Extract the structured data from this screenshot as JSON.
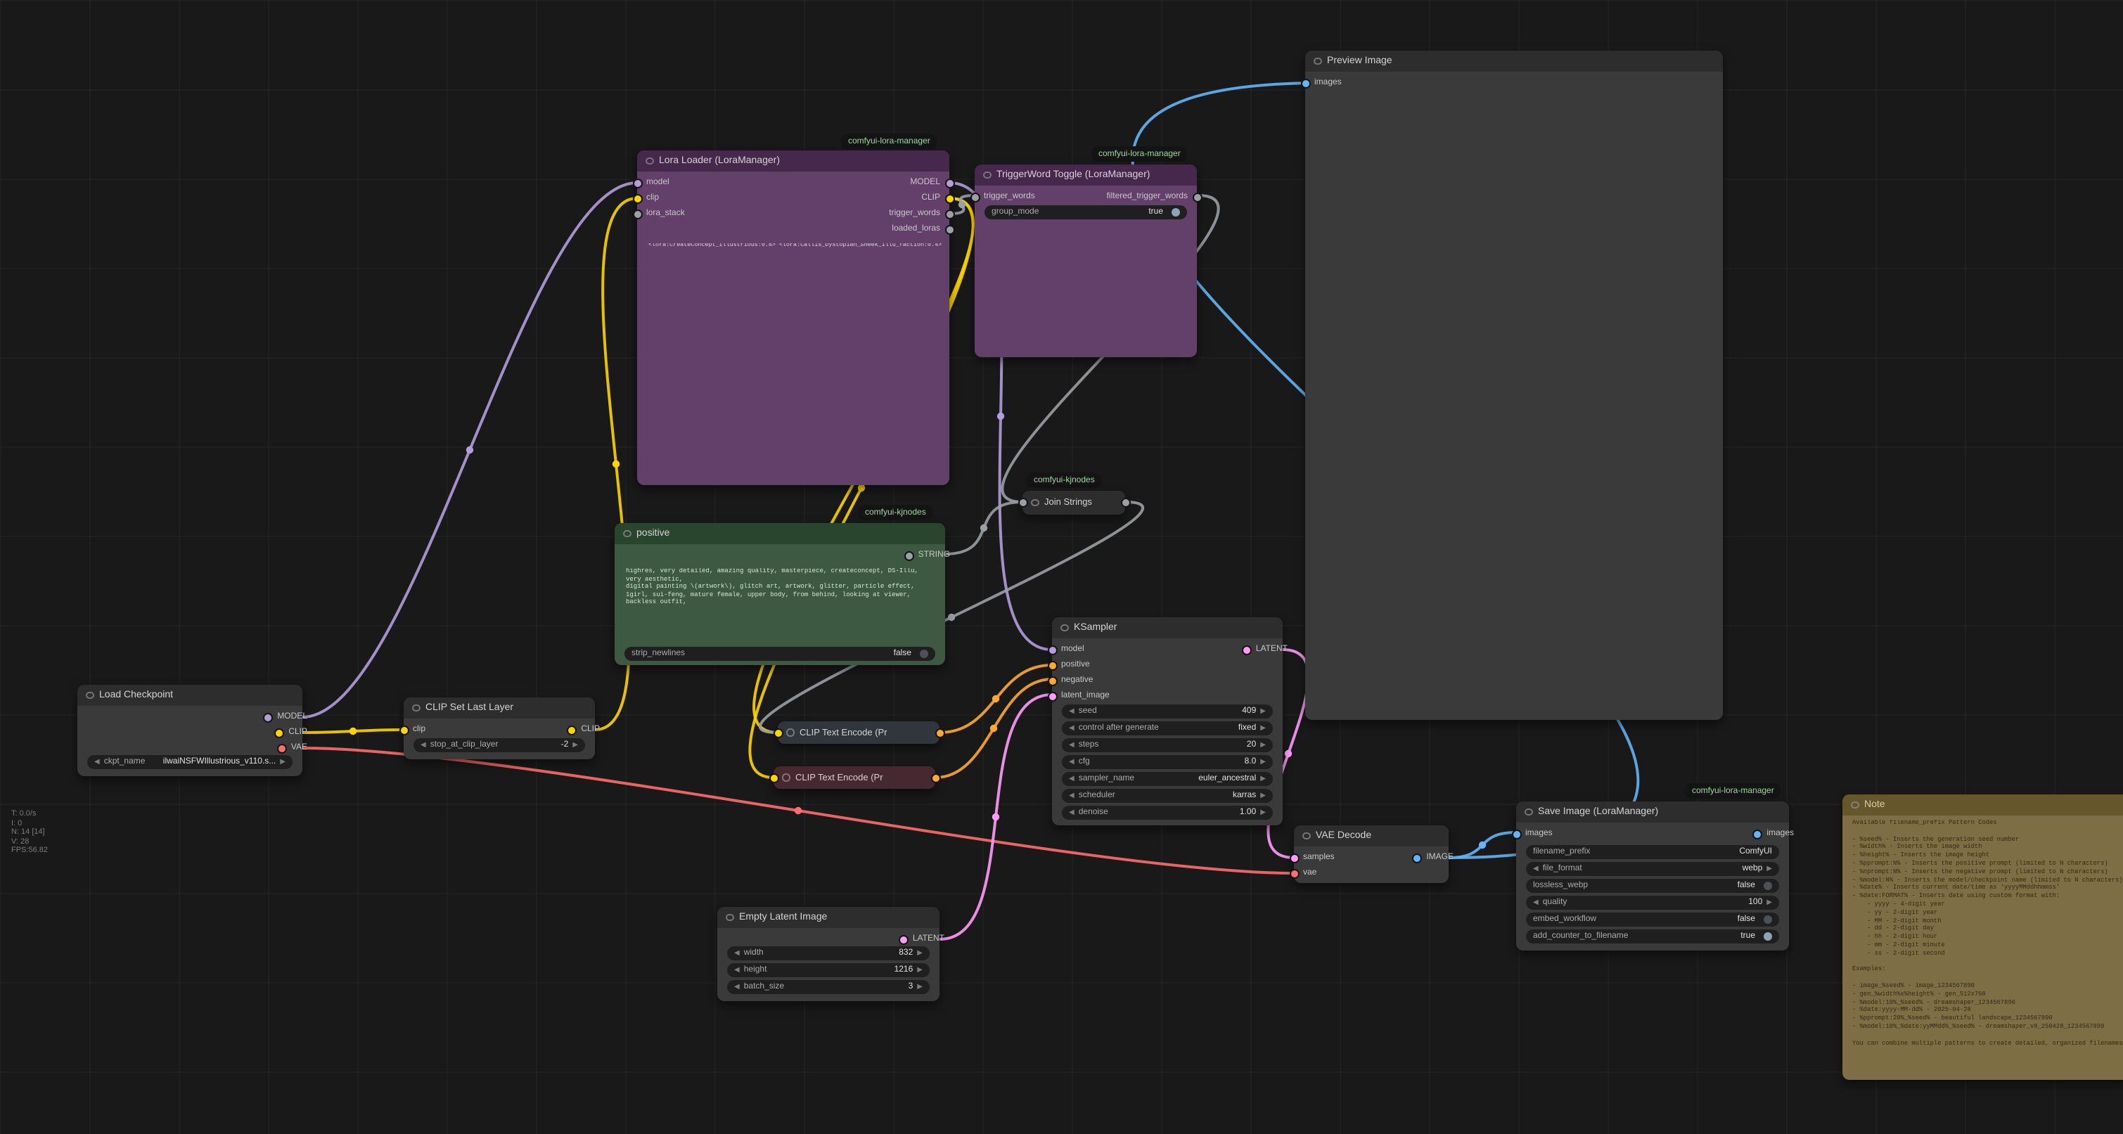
{
  "app_title": "ComfyUI workflow graph",
  "palette": {
    "model": "#B39DDB",
    "clip": "#FFD500",
    "vae": "#FF6E6E",
    "conditioning": "#FFA931",
    "latent": "#FF9CF9",
    "image": "#64B5F6",
    "string": "#9ba0a5",
    "badge_text": "#9fd89f",
    "node_purple": "#63406a",
    "node_green": "#3e5941",
    "node_note": "#7e6e46"
  },
  "stats_text": "T: 0.0/s\nI: 0\nN: 14 [14]\nV: 28\nFPS:56.82",
  "nodes": {
    "load_checkpoint": {
      "title": "Load Checkpoint",
      "outputs": {
        "model": "MODEL",
        "clip": "CLIP",
        "vae": "VAE"
      },
      "widgets": {
        "ckpt_name": {
          "label": "ckpt_name",
          "value": "ilwaiNSFWIllustrious_v110.s..."
        }
      }
    },
    "clip_set_last_layer": {
      "title": "CLIP Set Last Layer",
      "inputs": {
        "clip": "clip"
      },
      "outputs": {
        "clip": "CLIP"
      },
      "widgets": {
        "stop_at_clip_layer": {
          "label": "stop_at_clip_layer",
          "value": "-2"
        }
      }
    },
    "lora_loader": {
      "badge": "comfyui-lora-manager",
      "title": "Lora Loader (LoraManager)",
      "inputs": {
        "model": "model",
        "clip": "clip",
        "lora_stack": "lora_stack"
      },
      "outputs": {
        "model": "MODEL",
        "clip": "CLIP",
        "trigger_words": "trigger_words",
        "loaded_loras": "loaded_loras"
      },
      "loras_text": "<lora:CreateConcept_Illustrious:0.8> <lora:Callis_Dystopian_Sheek_Illu_faction:0.4>"
    },
    "triggerword_toggle": {
      "badge": "comfyui-lora-manager",
      "title": "TriggerWord Toggle (LoraManager)",
      "inputs": {
        "trigger_words": "trigger_words"
      },
      "outputs": {
        "filtered_trigger_words": "filtered_trigger_words"
      },
      "widgets": {
        "group_mode": {
          "label": "group_mode",
          "value": "true"
        }
      }
    },
    "positive_prompt": {
      "badge": "comfyui-kjnodes",
      "title": "positive",
      "outputs": {
        "string": "STRING"
      },
      "text": "highres, very detailed, amazing quality, masterpiece, createconcept, DS-Illu,\nvery aesthetic,\ndigital painting \\(artwork\\), glitch art, artwork, glitter, particle effect,\n1girl, sui-feng, mature female, upper body, from behind, looking at viewer, backless outfit,",
      "widgets": {
        "strip_newlines": {
          "label": "strip_newlines",
          "value": "false"
        }
      }
    },
    "join_strings": {
      "badge": "comfyui-kjnodes",
      "title": "Join Strings"
    },
    "cte_pos": {
      "title": "CLIP Text Encode (Pr"
    },
    "cte_neg": {
      "title": "CLIP Text Encode (Pr"
    },
    "ksampler": {
      "title": "KSampler",
      "inputs": {
        "model": "model",
        "positive": "positive",
        "negative": "negative",
        "latent_image": "latent_image"
      },
      "outputs": {
        "latent": "LATENT"
      },
      "widgets": {
        "seed": {
          "label": "seed",
          "value": "409"
        },
        "control": {
          "label": "control after generate",
          "value": "fixed"
        },
        "steps": {
          "label": "steps",
          "value": "20"
        },
        "cfg": {
          "label": "cfg",
          "value": "8.0"
        },
        "sampler_name": {
          "label": "sampler_name",
          "value": "euler_ancestral"
        },
        "scheduler": {
          "label": "scheduler",
          "value": "karras"
        },
        "denoise": {
          "label": "denoise",
          "value": "1.00"
        }
      }
    },
    "empty_latent": {
      "title": "Empty Latent Image",
      "outputs": {
        "latent": "LATENT"
      },
      "widgets": {
        "width": {
          "label": "width",
          "value": "832"
        },
        "height": {
          "label": "height",
          "value": "1216"
        },
        "batch_size": {
          "label": "batch_size",
          "value": "3"
        }
      }
    },
    "vae_decode": {
      "title": "VAE Decode",
      "inputs": {
        "samples": "samples",
        "vae": "vae"
      },
      "outputs": {
        "image": "IMAGE"
      }
    },
    "save_image": {
      "badge": "comfyui-lora-manager",
      "title": "Save Image (LoraManager)",
      "inputs": {
        "images": "images"
      },
      "outputs": {
        "images": "images"
      },
      "widgets": {
        "filename_prefix": {
          "label": "filename_prefix",
          "value": "ComfyUI"
        },
        "file_format": {
          "label": "file_format",
          "value": "webp"
        },
        "lossless_webp": {
          "label": "lossless_webp",
          "value": "false"
        },
        "quality": {
          "label": "quality",
          "value": "100"
        },
        "embed_workflow": {
          "label": "embed_workflow",
          "value": "false"
        },
        "add_counter": {
          "label": "add_counter_to_filename",
          "value": "true"
        }
      }
    },
    "preview_image": {
      "title": "Preview Image",
      "inputs": {
        "images": "images"
      }
    },
    "note": {
      "title": "Note",
      "text": "Available filename_prefix Pattern Codes\n\n- %seed% - Inserts the generation seed number\n- %width% - Inserts the image width\n- %height% - Inserts the image height\n- %pprompt:N% - Inserts the positive prompt (limited to N characters)\n- %nprompt:N% - Inserts the negative prompt (limited to N characters)\n- %model:N% - Inserts the model/checkpoint name (limited to N characters)\n- %date% - Inserts current date/time as 'yyyyMMddhhmmss'\n- %date:FORMAT% - Inserts date using custom format with:\n    - yyyy - 4-digit year\n    - yy - 2-digit year\n    - MM - 2-digit month\n    - dd - 2-digit day\n    - hh - 2-digit hour\n    - mm - 2-digit minute\n    - ss - 2-digit second\n\nExamples:\n\n- image_%seed% - image_1234567890\n- gen_%width%x%height% - gen_512x768\n- %model:10%_%seed% - dreamshaper_1234567890\n- %date:yyyy-MM-dd% - 2025-04-28\n- %pprompt:20%_%seed% - beautiful landscape_1234567890\n- %model:10%_%date:yyMMdd%_%seed% - dreamshaper_v8_250428_1234567890\n\nYou can combine multiple patterns to create detailed, organized filenames for your generated images."
    }
  }
}
